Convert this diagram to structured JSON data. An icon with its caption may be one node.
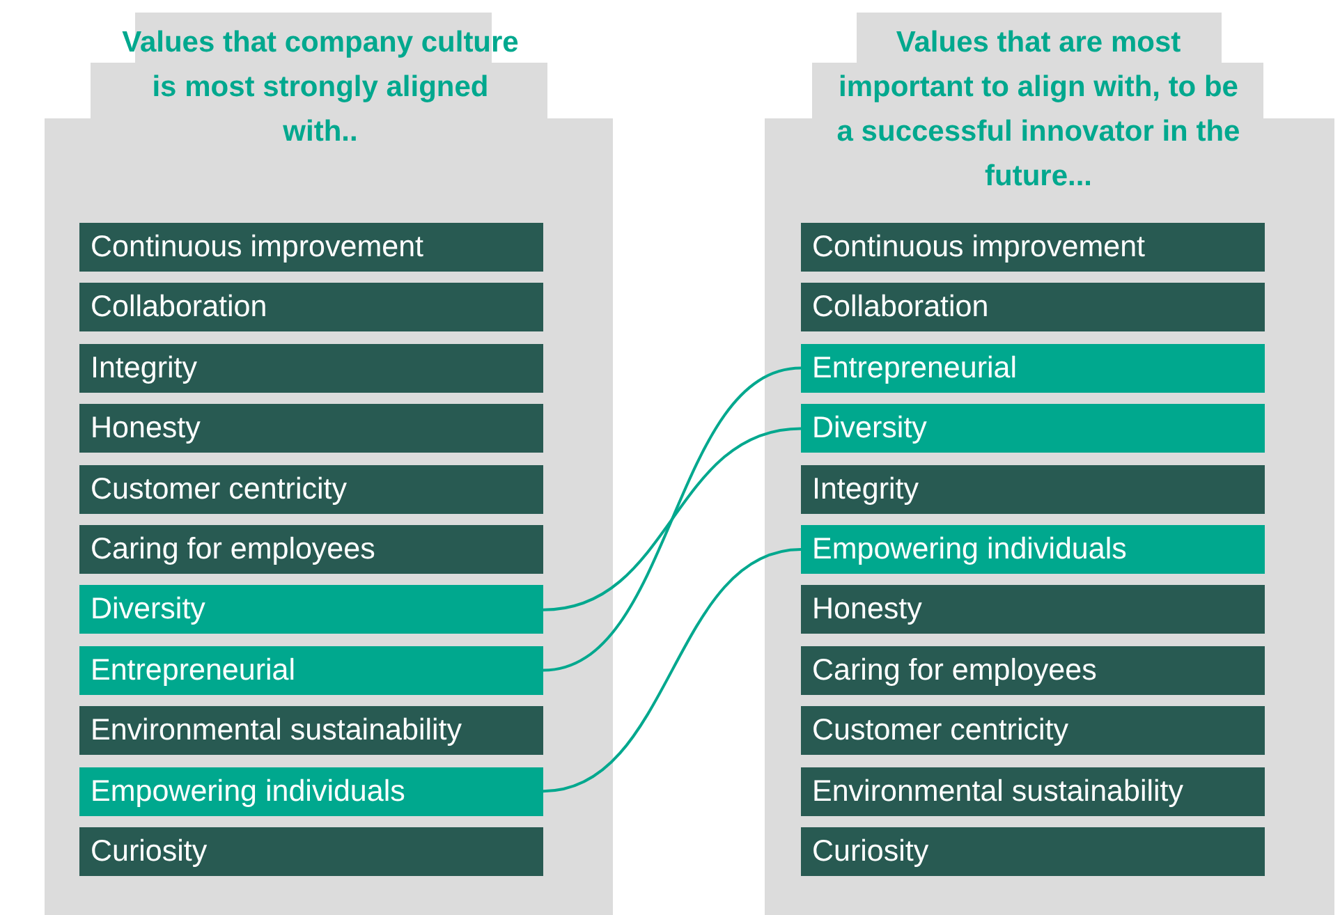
{
  "diagram": {
    "nodes": [
      {
        "text": [
          "Values that company culture is most strongly aligned with.."
        ]
      },
      {
        "text": [
          "Continuous improvement"
        ],
        "in": 0
      },
      {
        "text": [
          "Collaboration"
        ],
        "in": 0
      },
      {
        "text": [
          "Integrity"
        ],
        "in": 0
      },
      {
        "text": [
          "Honesty"
        ],
        "in": 0
      },
      {
        "text": [
          "Customer centricity"
        ],
        "in": 0
      },
      {
        "text": [
          "Caring for employees"
        ],
        "in": 0
      },
      {
        "text": [
          "Diversity"
        ],
        "in": 0
      },
      {
        "text": [
          "Entrepreneurial"
        ],
        "in": 0
      },
      {
        "text": [
          "Environmental sustainability"
        ],
        "in": 0
      },
      {
        "text": [
          "Empowering individuals"
        ],
        "in": 0
      },
      {
        "text": [
          "Curiosity"
        ],
        "in": 0
      },
      {
        "text": [
          "Values that are most important to align with, to be a successful innovator in the future..."
        ]
      },
      {
        "text": [
          "Continuous improvement"
        ],
        "in": 12
      },
      {
        "text": [
          "Collaboration"
        ],
        "in": 12
      },
      {
        "text": [
          "Entrepreneurial"
        ],
        "in": 12
      },
      {
        "text": [
          "Diversity"
        ],
        "in": 12
      },
      {
        "text": [
          "Integrity"
        ],
        "in": 12
      },
      {
        "text": [
          "Empowering individuals"
        ],
        "in": 12
      },
      {
        "text": [
          "Honesty"
        ],
        "in": 12
      },
      {
        "text": [
          "Caring for employees"
        ],
        "in": 12
      },
      {
        "text": [
          "Customer centricity"
        ],
        "in": 12
      },
      {
        "text": [
          "Environmental sustainability"
        ],
        "in": 12
      },
      {
        "text": [
          "Curiosity"
        ],
        "in": 12
      }
    ],
    "edges": [
      {
        "from": 7,
        "to": 16,
        "arrow": "none"
      },
      {
        "from": 8,
        "to": 15,
        "arrow": "none"
      },
      {
        "from": 10,
        "to": 18,
        "arrow": "none"
      }
    ]
  }
}
